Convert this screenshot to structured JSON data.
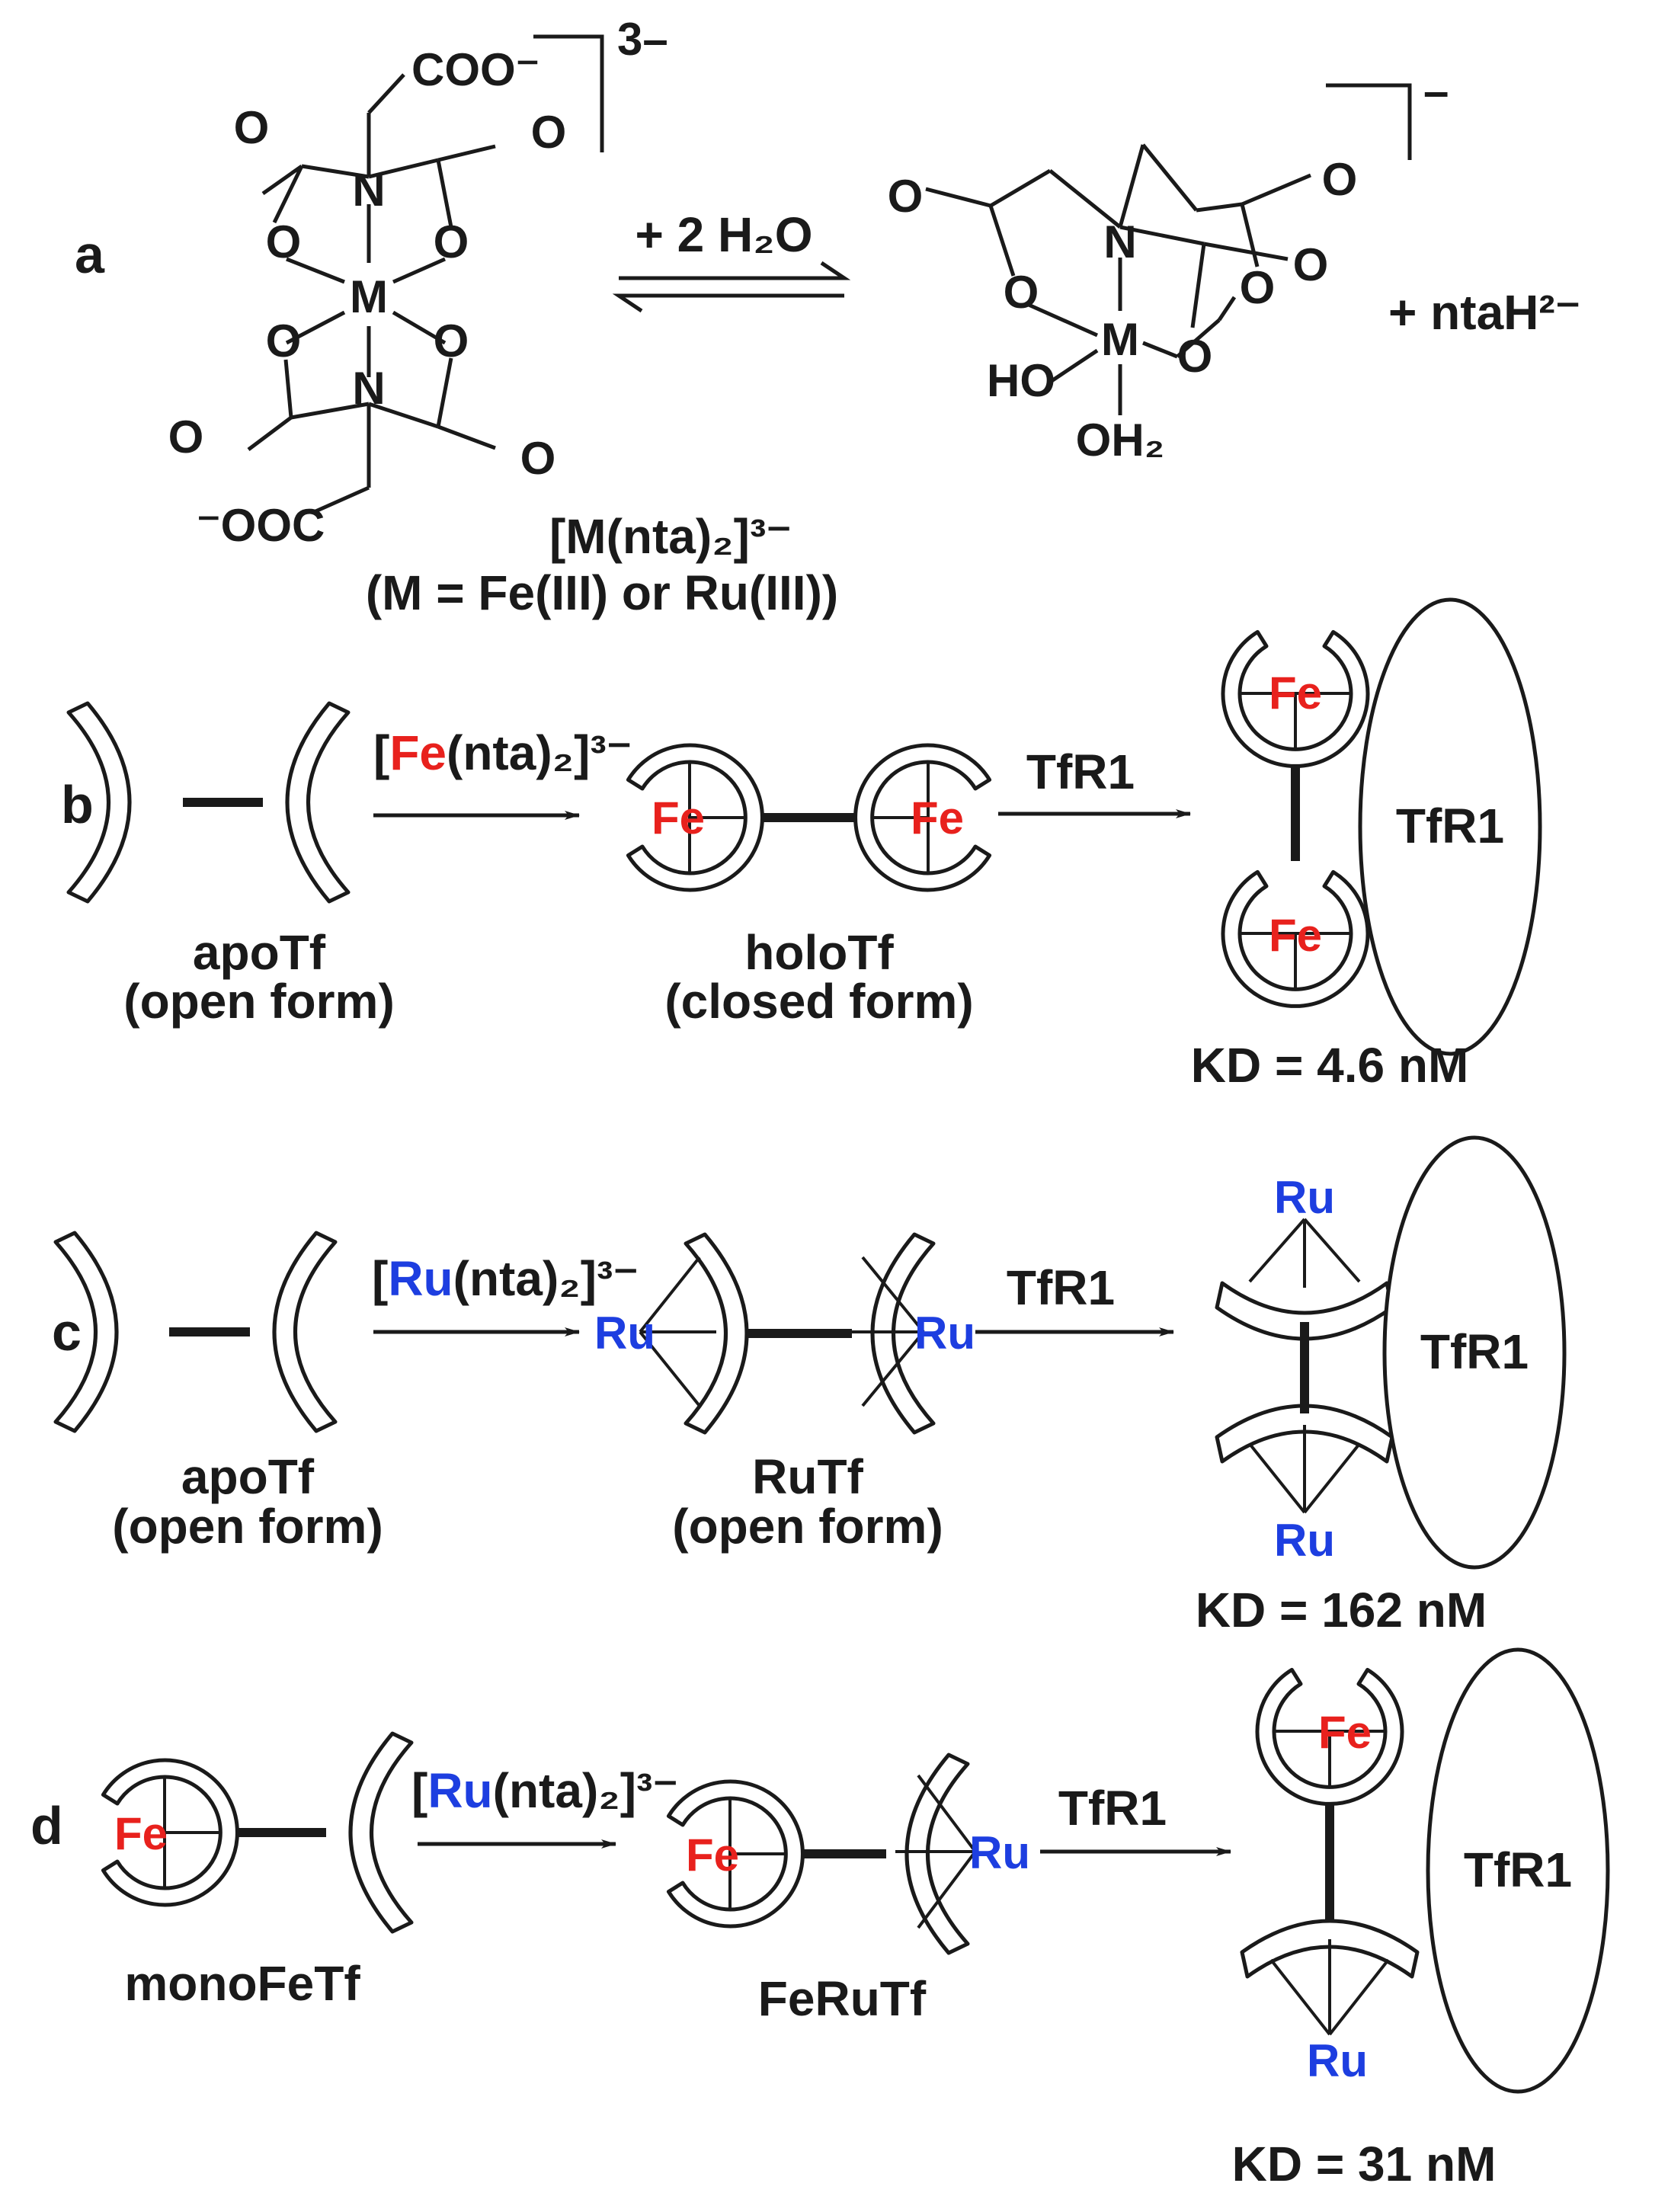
{
  "panels": {
    "a": {
      "letter": "a",
      "reactant_name": "[M(nta)₂]³⁻",
      "metal_note": "(M = Fe(III) or Ru(III))",
      "reagent": "+ 2 H₂O",
      "coproduct": "+ ntaH²⁻",
      "reactant_charge": "3–",
      "product_charge": "–",
      "atoms": {
        "metal": "M",
        "nitrogen": "N",
        "oxygen": "O",
        "coo": "COO⁻",
        "ooc": "⁻OOC",
        "ho": "HO",
        "oh2": "OH₂"
      }
    },
    "b": {
      "letter": "b",
      "start_name": "apoTf",
      "start_state": "(open form)",
      "reagent": "[Fe(nta)₂]³⁻",
      "reagent_metal": "Fe",
      "reagent_rest": "(nta)₂]³⁻",
      "middle_name": "holoTf",
      "middle_state": "(closed form)",
      "receptor_arrow": "TfR1",
      "receptor": "TfR1",
      "metal": "Fe",
      "kd": "KD = 4.6 nM"
    },
    "c": {
      "letter": "c",
      "start_name": "apoTf",
      "start_state": "(open form)",
      "reagent": "[Ru(nta)₂]³⁻",
      "reagent_metal": "Ru",
      "reagent_rest": "(nta)₂]³⁻",
      "middle_name": "RuTf",
      "middle_state": "(open form)",
      "receptor_arrow": "TfR1",
      "receptor": "TfR1",
      "metal": "Ru",
      "kd": "KD = 162 nM"
    },
    "d": {
      "letter": "d",
      "start_name": "monoFeTf",
      "reagent": "[Ru(nta)₂]³⁻",
      "reagent_metal": "Ru",
      "reagent_rest": "(nta)₂]³⁻",
      "middle_name": "FeRuTf",
      "receptor_arrow": "TfR1",
      "receptor": "TfR1",
      "metal_fe": "Fe",
      "metal_ru": "Ru",
      "kd": "KD = 31 nM"
    }
  },
  "colors": {
    "iron": "#e8211d",
    "ruthenium": "#1d3ee0",
    "ink": "#1a1a1a"
  }
}
